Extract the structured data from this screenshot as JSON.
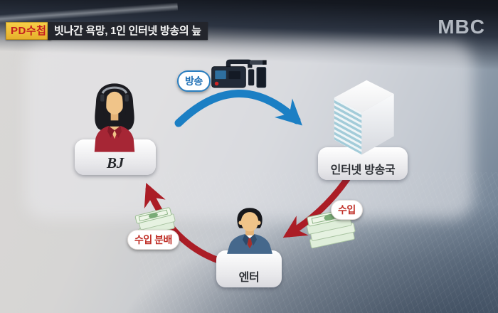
{
  "header": {
    "program_badge": "PD수첩",
    "episode_title": "빗나간 욕망, 1인 인터넷 방송의 늪",
    "channel_logo": "MBC"
  },
  "diagram": {
    "nodes": {
      "bj": {
        "label": "BJ",
        "icon": "female-broadcaster-avatar"
      },
      "station": {
        "label": "인터넷 방송국",
        "icon": "server-cube"
      },
      "agency": {
        "label": "엔터",
        "icon": "male-suit-avatar"
      }
    },
    "edges": {
      "broadcast": {
        "label": "방송",
        "from": "BJ",
        "to": "인터넷 방송국",
        "icon": "video-camera",
        "color": "#1b7fc4"
      },
      "income": {
        "label": "수입",
        "from": "인터넷 방송국",
        "to": "엔터",
        "icon": "money-stack",
        "color": "#ab1d26"
      },
      "income_share": {
        "label": "수입 분배",
        "from": "엔터",
        "to": "BJ",
        "icon": "money-stack",
        "color": "#ab1d26"
      }
    }
  },
  "colors": {
    "program_badge_bg": "#f2c33c",
    "program_badge_text": "#c41f1f",
    "title_badge_bg": "#23252c",
    "title_badge_text": "#f5f5f5",
    "broadcast_arrow_blue": "#1b7fc4",
    "income_arrow_red": "#ab1d26",
    "blue_label_text": "#1d6fb5",
    "red_label_text": "#c03028",
    "channel_logo_color": "#ccd2da"
  }
}
